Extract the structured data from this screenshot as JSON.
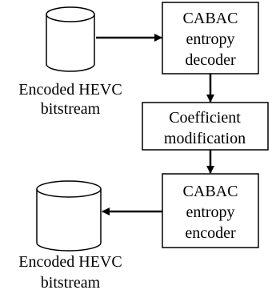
{
  "nodes": {
    "input_stream": {
      "label_lines": [
        "Encoded HEVC",
        "bitstream"
      ]
    },
    "decoder": {
      "label_lines": [
        "CABAC",
        "entropy",
        "decoder"
      ]
    },
    "modifier": {
      "label_lines": [
        "Coefficient",
        "modification"
      ]
    },
    "encoder": {
      "label_lines": [
        "CABAC",
        "entropy",
        "encoder"
      ]
    },
    "output_stream": {
      "label_lines": [
        "Encoded HEVC",
        "bitstream"
      ]
    }
  },
  "edges": [
    {
      "from": "input_stream",
      "to": "decoder"
    },
    {
      "from": "decoder",
      "to": "modifier"
    },
    {
      "from": "modifier",
      "to": "encoder"
    },
    {
      "from": "encoder",
      "to": "output_stream"
    }
  ]
}
